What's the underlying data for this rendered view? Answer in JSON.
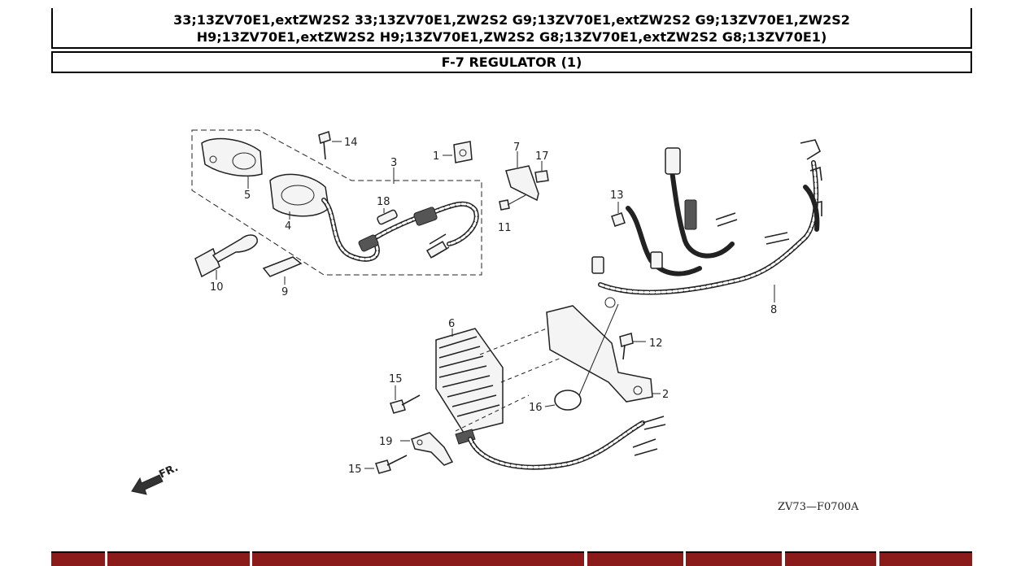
{
  "header": {
    "title_line1": "33;13ZV70E1,extZW2S2 33;13ZV70E1,ZW2S2 G9;13ZV70E1,extZW2S2 G9;13ZV70E1,ZW2S2",
    "title_line2": "H9;13ZV70E1,extZW2S2 H9;13ZV70E1,ZW2S2 G8;13ZV70E1,extZW2S2 G8;13ZV70E1)",
    "section_title": "F-7 REGULATOR (1)"
  },
  "diagram": {
    "callouts": [
      "1",
      "2",
      "3",
      "4",
      "5",
      "6",
      "7",
      "8",
      "9",
      "10",
      "11",
      "12",
      "13",
      "14",
      "15",
      "15",
      "16",
      "17",
      "18",
      "19"
    ],
    "front_indicator": "FR.",
    "drawing_code": "ZV73—F0700A"
  }
}
